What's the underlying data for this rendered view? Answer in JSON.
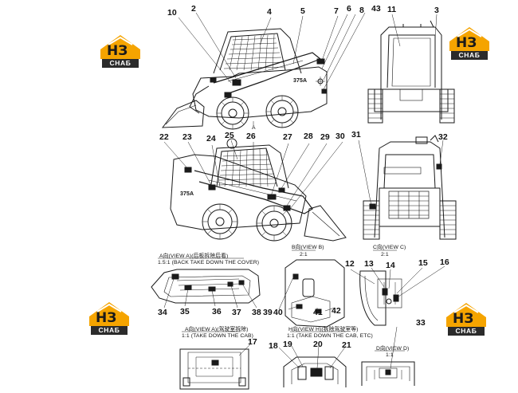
{
  "logo": {
    "text": "НЗ",
    "word": "СНАБ",
    "accent": "#f5a400"
  },
  "callouts": [
    {
      "id": "c1",
      "text": "10"
    },
    {
      "id": "c2",
      "text": "2"
    },
    {
      "id": "c3",
      "text": "4"
    },
    {
      "id": "c4",
      "text": "5"
    },
    {
      "id": "c5",
      "text": "7"
    },
    {
      "id": "c6",
      "text": "6"
    },
    {
      "id": "c7",
      "text": "8"
    },
    {
      "id": "c8",
      "text": "43"
    },
    {
      "id": "c9",
      "text": "11"
    },
    {
      "id": "c10",
      "text": "3"
    },
    {
      "id": "c11",
      "text": "22"
    },
    {
      "id": "c12",
      "text": "23"
    },
    {
      "id": "c13",
      "text": "24"
    },
    {
      "id": "c14",
      "text": "25"
    },
    {
      "id": "c15",
      "text": "26"
    },
    {
      "id": "c16",
      "text": "27"
    },
    {
      "id": "c17",
      "text": "28"
    },
    {
      "id": "c18",
      "text": "29"
    },
    {
      "id": "c19",
      "text": "30"
    },
    {
      "id": "c20",
      "text": "31"
    },
    {
      "id": "c21",
      "text": "32"
    },
    {
      "id": "c22",
      "text": "12"
    },
    {
      "id": "c23",
      "text": "13"
    },
    {
      "id": "c24",
      "text": "14"
    },
    {
      "id": "c25",
      "text": "15"
    },
    {
      "id": "c26",
      "text": "16"
    },
    {
      "id": "c27",
      "text": "34"
    },
    {
      "id": "c28",
      "text": "35"
    },
    {
      "id": "c29",
      "text": "36"
    },
    {
      "id": "c30",
      "text": "37"
    },
    {
      "id": "c31",
      "text": "38"
    },
    {
      "id": "c32",
      "text": "39"
    },
    {
      "id": "c33",
      "text": "40"
    },
    {
      "id": "c34",
      "text": "41"
    },
    {
      "id": "c35",
      "text": "42"
    },
    {
      "id": "c36",
      "text": "33"
    },
    {
      "id": "c37",
      "text": "17"
    },
    {
      "id": "c38",
      "text": "18"
    },
    {
      "id": "c39",
      "text": "19"
    },
    {
      "id": "c40",
      "text": "20"
    },
    {
      "id": "c41",
      "text": "21"
    }
  ],
  "captions": {
    "viewA_title": "A向(VIEW A)(后板拆除后看)",
    "viewA_sub": "1.5:1 (BACK TAKE DOWN THE COVER)",
    "viewB_title": "B向(VIEW B)",
    "viewB_sub": "2:1",
    "viewC_title": "C向(VIEW C)",
    "viewC_sub": "2:1",
    "viewA2_title": "A向(VIEW A)(驾驶室拆除)",
    "viewA2_sub": "1:1 (TAKE DOWN THE CAB)",
    "viewH_title": "H向(VIEW H)(拆除驾驶室等)",
    "viewH_sub": "1:1 (TAKE DOWN THE CAB, ETC)",
    "viewD_title": "D向(VIEW D)",
    "viewD_sub": "1:1",
    "marker_a": "A",
    "model_1": "375A",
    "model_2": "375A"
  }
}
